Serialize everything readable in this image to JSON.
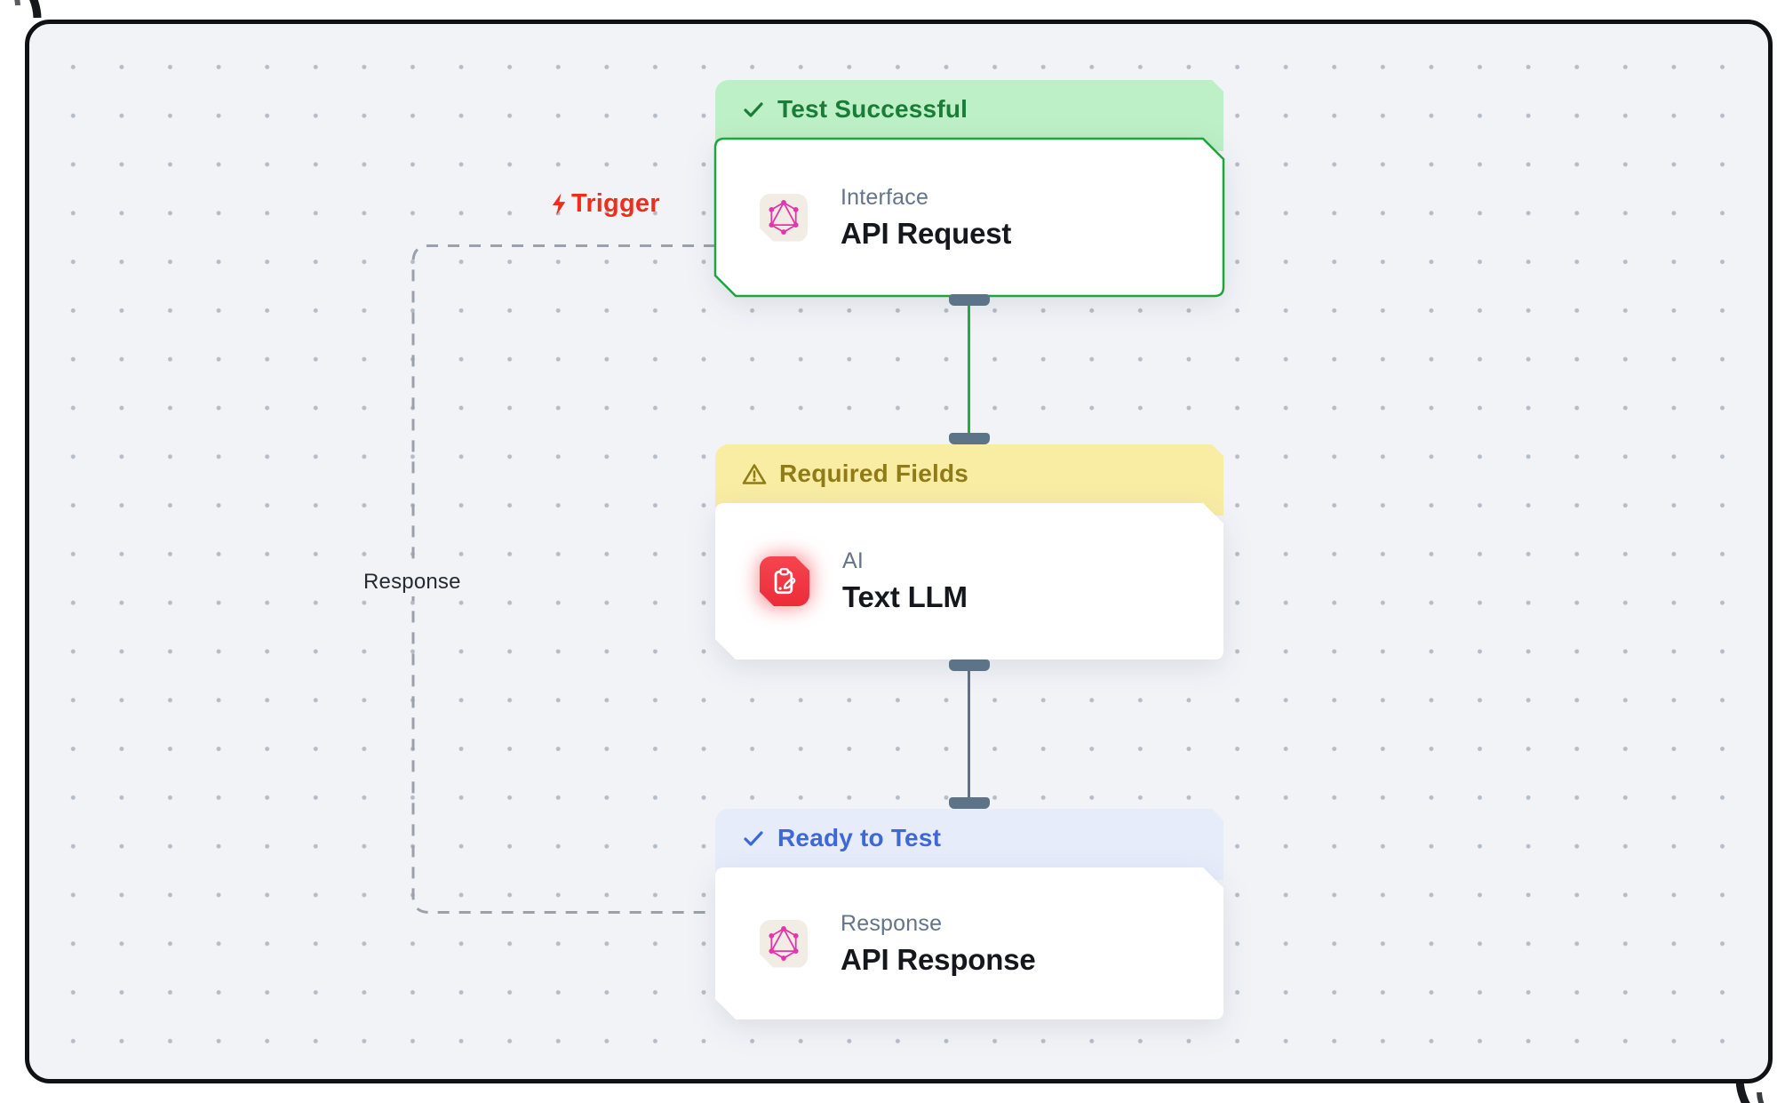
{
  "app": {
    "type": "workflow-canvas"
  },
  "canvas": {
    "background": "#f1f3f7",
    "dot_color": "#b6bcc6",
    "frame_color": "#101114"
  },
  "trigger": {
    "label": "Trigger",
    "color": "#ee2d1f"
  },
  "edge_labels": {
    "response": "Response"
  },
  "icons": {
    "check": "✓",
    "warning": "warning-triangle",
    "bolt": "lightning-bolt"
  },
  "nodes": [
    {
      "id": "api-request",
      "status": {
        "label": "Test Successful",
        "icon": "check-icon",
        "bg": "#bdf0c6",
        "text_color": "#1b7c38"
      },
      "border_color": "#1ea53e",
      "category": "Interface",
      "title": "API Request",
      "icon": "graphql-icon"
    },
    {
      "id": "text-llm",
      "status": {
        "label": "Required Fields",
        "icon": "warning-icon",
        "bg": "#f9eda4",
        "text_color": "#8f7c16"
      },
      "border_color": null,
      "category": "AI",
      "title": "Text LLM",
      "icon": "clipboard-edit-icon"
    },
    {
      "id": "api-response",
      "status": {
        "label": "Ready to Test",
        "icon": "check-icon",
        "bg": "#e7ecfb",
        "text_color": "#3e68d8"
      },
      "border_color": null,
      "category": "Response",
      "title": "API Response",
      "icon": "graphql-icon"
    }
  ],
  "edges": [
    {
      "from": "api-request",
      "to": "text-llm",
      "style": "solid",
      "color": "#1fae43"
    },
    {
      "from": "text-llm",
      "to": "api-response",
      "style": "solid",
      "color": "#5d7488"
    },
    {
      "from": "api-response",
      "to": "api-request",
      "style": "dashed",
      "color": "#9aa1aa",
      "label": "Response"
    }
  ],
  "ports": {
    "color": "#5d7488"
  }
}
